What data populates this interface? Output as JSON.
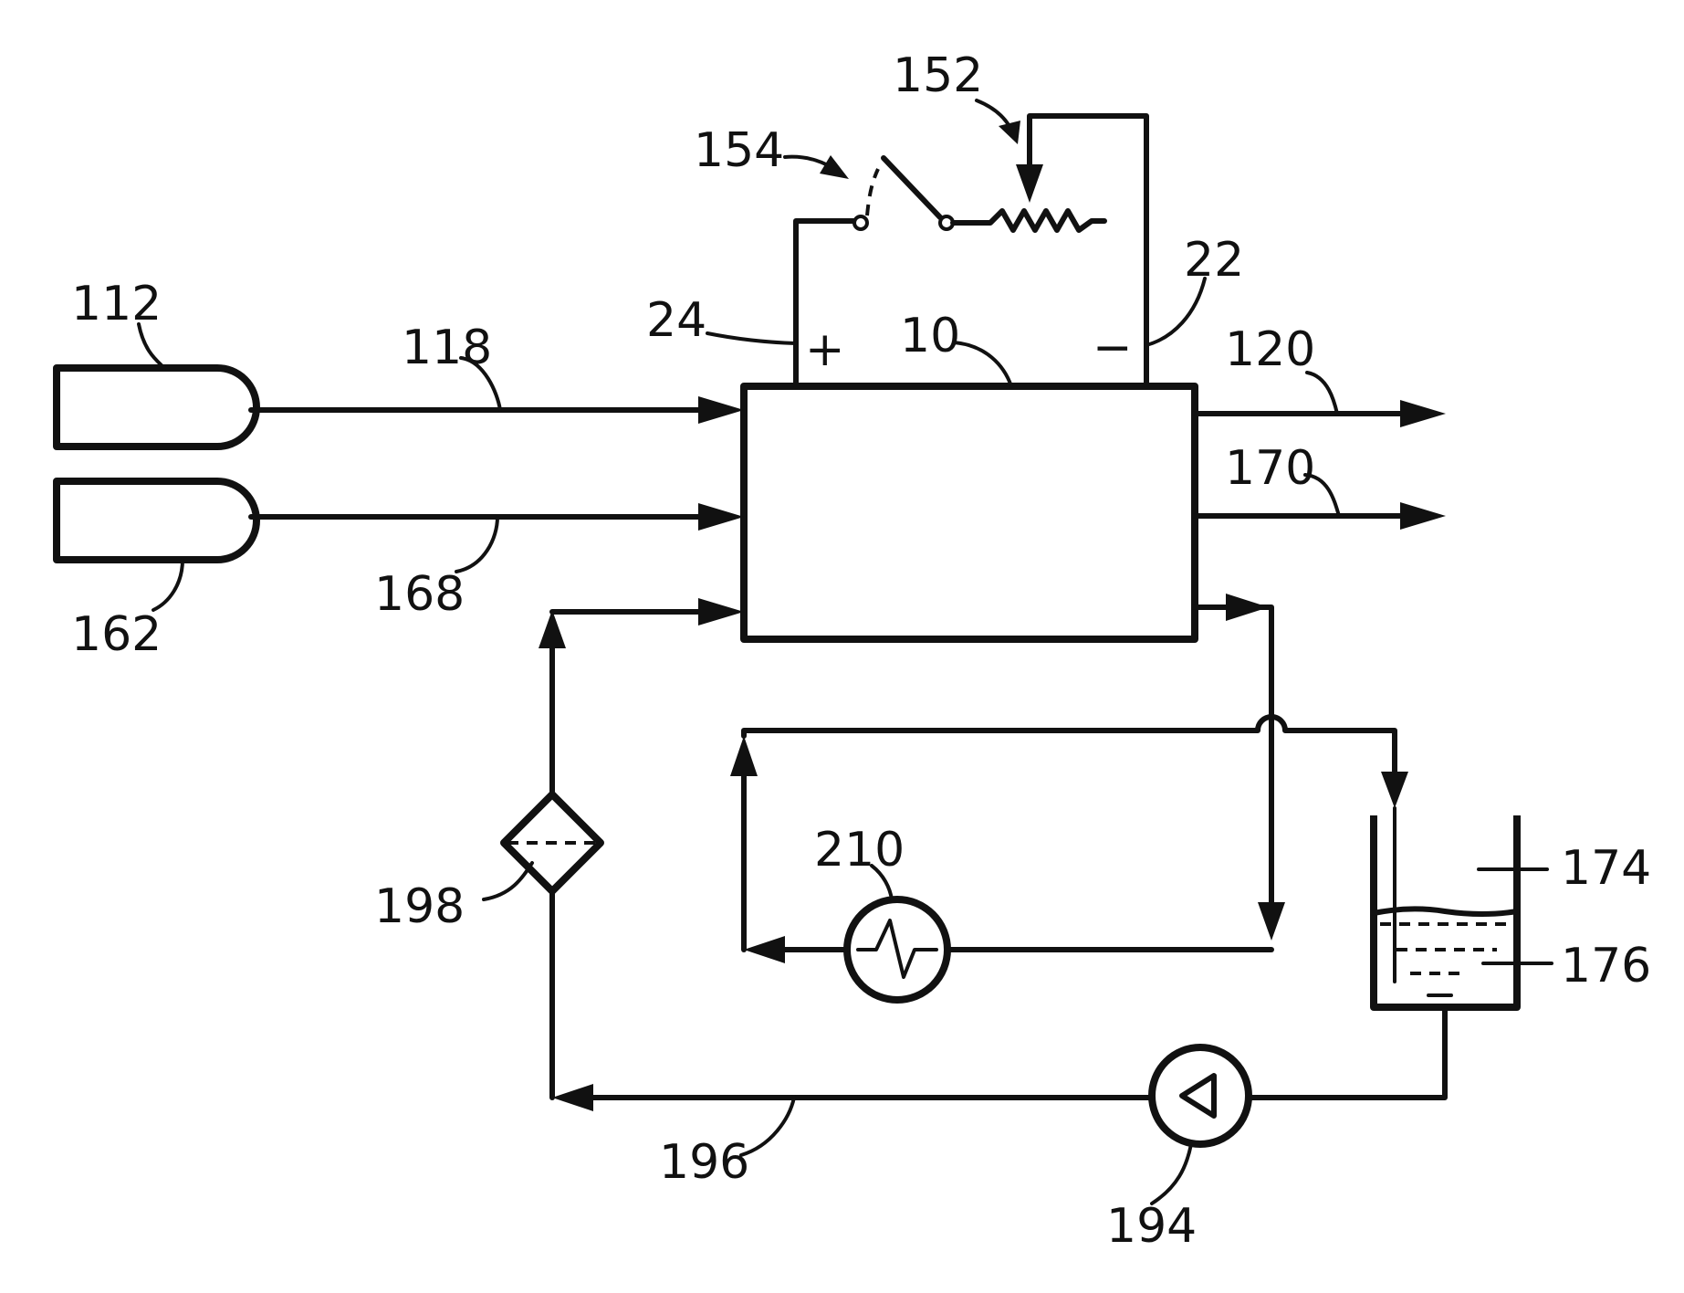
{
  "labels": {
    "n112": "112",
    "n162": "162",
    "n118": "118",
    "n168": "168",
    "n10": "10",
    "n24": "24",
    "n22": "22",
    "n154": "154",
    "n152": "152",
    "n120": "120",
    "n170": "170",
    "n210": "210",
    "n198": "198",
    "n174": "174",
    "n176": "176",
    "n196": "196",
    "n194": "194"
  },
  "terminals": {
    "plus": "+",
    "minus": "−"
  },
  "icons": {
    "tank_112": "gas-cylinder-icon",
    "tank_162": "gas-cylinder-icon",
    "heat_exchanger_210": "heat-exchanger-icon",
    "filter_198": "filter-icon",
    "pump_194": "pump-icon",
    "reservoir": "liquid-reservoir-icon",
    "switch_154": "switch-icon",
    "rheostat_152": "variable-resistor-icon"
  }
}
